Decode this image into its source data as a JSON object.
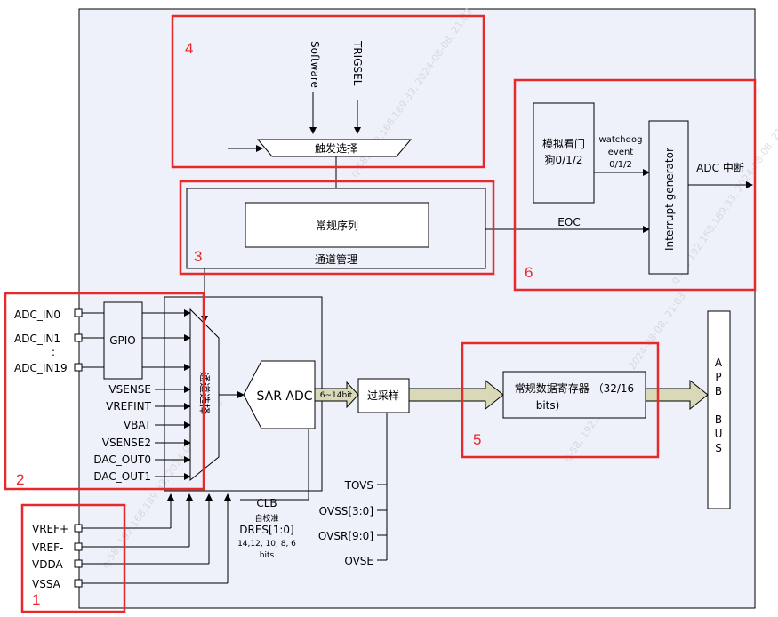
{
  "trigger": {
    "software": "Software",
    "trigsel": "TRIGSEL",
    "select_label": "触发选择"
  },
  "channel_mgmt": {
    "regular_sequence": "常规序列",
    "label": "通道管理"
  },
  "interrupt": {
    "watchdog_block": [
      "模拟看门",
      "狗0/1/2"
    ],
    "watchdog_event": [
      "watchdog",
      "event",
      "0/1/2"
    ],
    "generator": "Interrupt generator",
    "adc_irq": "ADC 中断",
    "eoc": "EOC"
  },
  "inputs": {
    "adc_in0": "ADC_IN0",
    "adc_in1": "ADC_IN1",
    "dots": ":",
    "adc_in19": "ADC_IN19",
    "gpio": "GPIO"
  },
  "internal_channels": [
    "VSENSE",
    "VREFINT",
    "VBAT",
    "VSENSE2",
    "DAC_OUT0",
    "DAC_OUT1"
  ],
  "mux_label": "通道选择",
  "sar_adc": "SAR ADC",
  "bit_width": "6~14bit",
  "oversampler": "过采样",
  "data_register": [
    "常规数据寄存器 （32/16",
    "bits)"
  ],
  "apb_bus": [
    "A",
    "P",
    "B",
    "",
    "B",
    "U",
    "S"
  ],
  "supply_pins": [
    "VREF+",
    "VREF-",
    "VDDA",
    "VSSA"
  ],
  "calibration": {
    "clb": "CLB",
    "self_cal": "自校准",
    "dres": "DRES[1:0]",
    "dres_values": [
      "14,12, 10, 8, 6",
      "bits"
    ]
  },
  "oversample_ctrl": [
    "TOVS",
    "OVSS[3:0]",
    "OVSR[9:0]",
    "OVSE"
  ],
  "region_numbers": [
    "1",
    "2",
    "3",
    "4",
    "5",
    "6"
  ],
  "watermark": "q-58, 192.168.189.33, 2024-08-08, 21:03"
}
